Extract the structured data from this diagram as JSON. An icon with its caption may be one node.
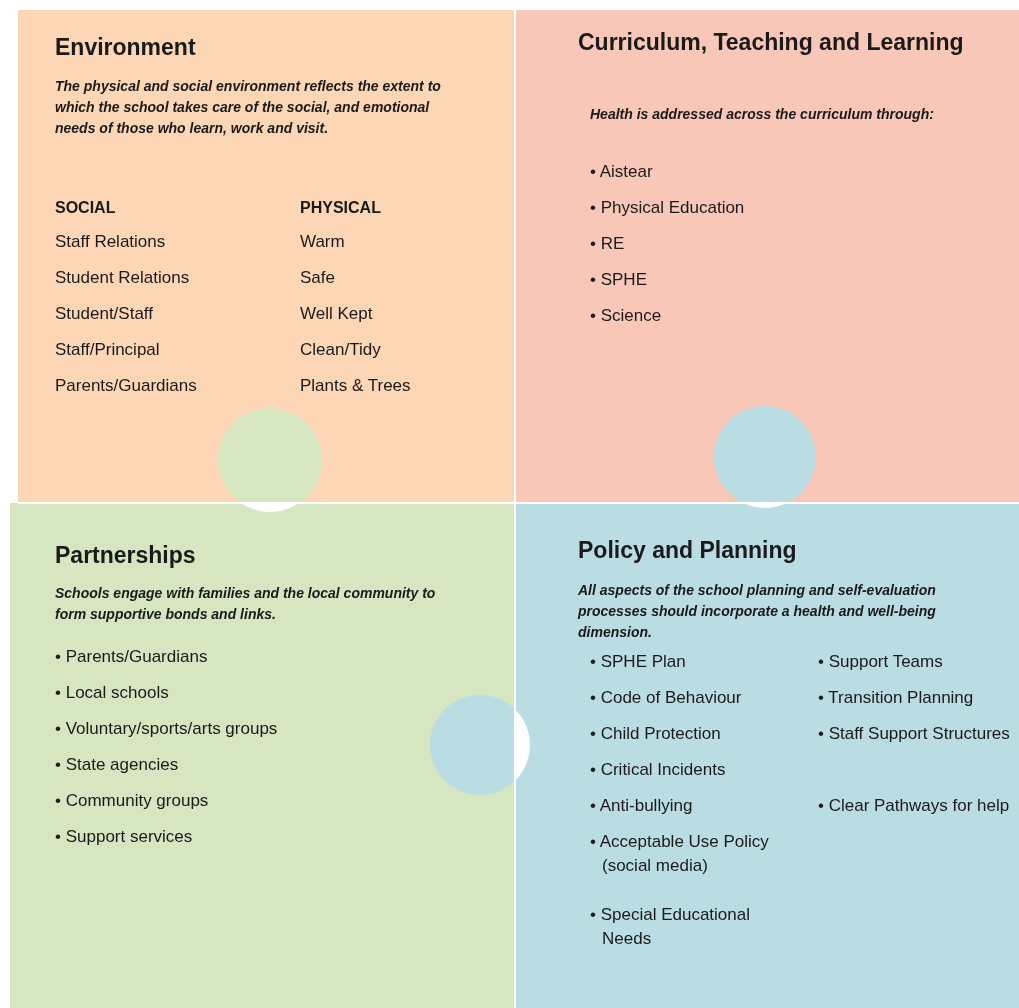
{
  "diagram": {
    "nodes": [
      {
        "text": [
          "Environment",
          "The physical and social environment reflects the extent to which the school takes care of the social, and emotional needs of those who learn, work and visit.",
          "SOCIAL",
          "Staff Relations",
          "Student Relations",
          "Student/Staff",
          "Staff/Principal",
          "Parents/Guardians",
          "PHYSICAL",
          "Warm",
          "Safe",
          "Well Kept",
          "Clean/Tidy",
          "Plants & Trees"
        ]
      },
      {
        "text": [
          "Curriculum, Teaching and Learning",
          "Health is addressed across the curriculum through:",
          "• Aistear",
          "• Physical Education",
          "• RE",
          "• SPHE",
          "• Science"
        ]
      },
      {
        "text": [
          "Partnerships",
          "Schools engage with families and the local community to form supportive bonds and links.",
          "• Parents/Guardians",
          "• Local schools",
          "• Voluntary/sports/arts groups",
          "• State agencies",
          "• Community groups",
          "• Support services"
        ]
      },
      {
        "text": [
          "Policy and Planning",
          "All aspects of the school planning and self-evaluation processes should incorporate a health and well-being dimension.",
          "• SPHE Plan",
          "• Code of Behaviour",
          "• Child Protection",
          "• Critical Incidents",
          "• Anti-bullying",
          "• Acceptable Use Policy (social media)",
          "• Special Educational Needs",
          "• Support Teams",
          "• Transition Planning",
          "• Staff Support Structures",
          "• Clear Pathways for help"
        ]
      }
    ]
  }
}
